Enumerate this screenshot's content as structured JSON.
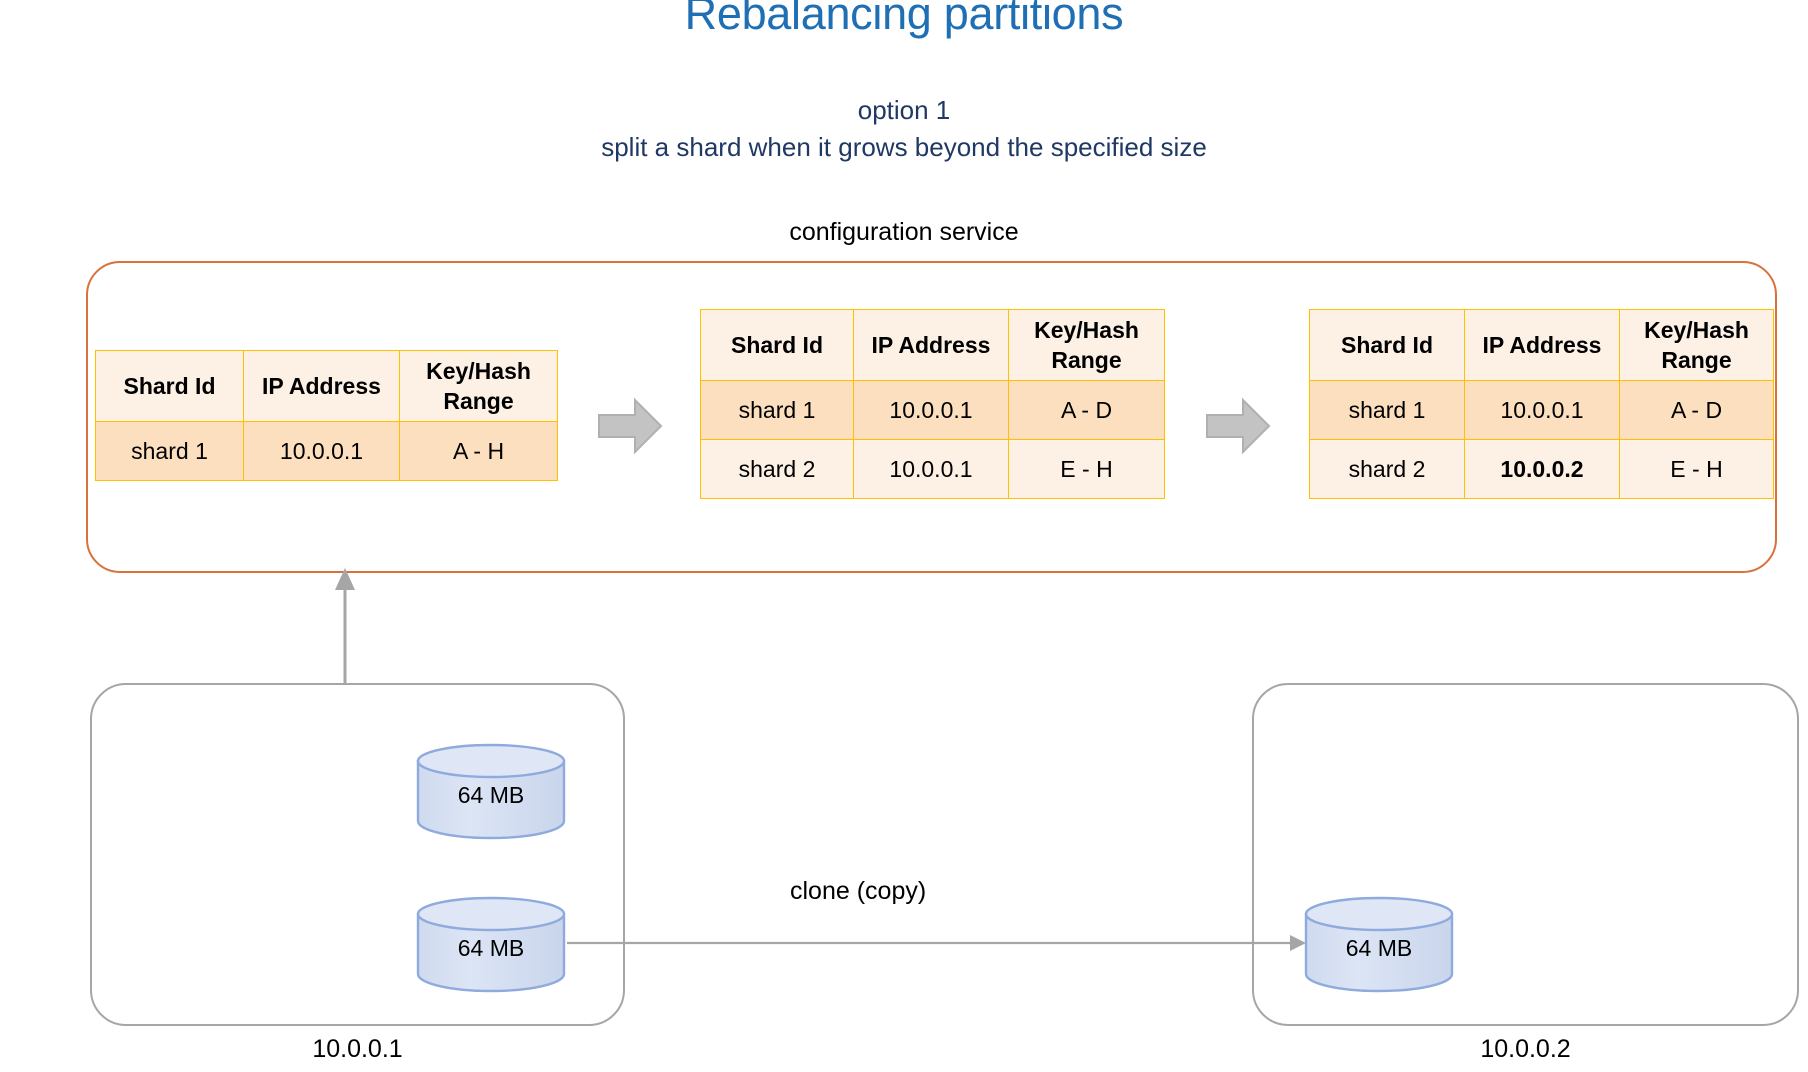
{
  "title": "Rebalancing partitions",
  "subtitle_line1": "option 1",
  "subtitle_line2": "split a shard when it grows beyond the specified size",
  "config_service_label": "configuration service",
  "colors": {
    "title_blue": "#1F6FB4",
    "subtitle_navy": "#1F3864",
    "config_border_orange": "#D9713A",
    "table_border_gold": "#FFC000",
    "table_row_dark": "#FBDFBF",
    "table_row_light": "#FDF1E6",
    "cylinder_fill": "#D9E2F3",
    "cylinder_border": "#8FAADC",
    "arrow_gray": "#BFBFBF",
    "box_border_gray": "#A6A6A6"
  },
  "tables": [
    {
      "name": "shard-table-before",
      "headers": [
        "Shard Id",
        "IP Address",
        "Key/Hash Range"
      ],
      "rows": [
        {
          "style": "dark",
          "cells": [
            {
              "text": "shard 1",
              "bold": false
            },
            {
              "text": "10.0.0.1",
              "bold": false
            },
            {
              "text": "A - H",
              "bold": false
            }
          ]
        }
      ]
    },
    {
      "name": "shard-table-split",
      "headers": [
        "Shard Id",
        "IP Address",
        "Key/Hash Range"
      ],
      "rows": [
        {
          "style": "dark",
          "cells": [
            {
              "text": "shard 1",
              "bold": false
            },
            {
              "text": "10.0.0.1",
              "bold": false
            },
            {
              "text": "A - D",
              "bold": false
            }
          ]
        },
        {
          "style": "light",
          "cells": [
            {
              "text": "shard 2",
              "bold": false
            },
            {
              "text": "10.0.0.1",
              "bold": false
            },
            {
              "text": "E - H",
              "bold": false
            }
          ]
        }
      ]
    },
    {
      "name": "shard-table-moved",
      "headers": [
        "Shard Id",
        "IP Address",
        "Key/Hash Range"
      ],
      "rows": [
        {
          "style": "dark",
          "cells": [
            {
              "text": "shard 1",
              "bold": false
            },
            {
              "text": "10.0.0.1",
              "bold": false
            },
            {
              "text": "A - D",
              "bold": false
            }
          ]
        },
        {
          "style": "light",
          "cells": [
            {
              "text": "shard 2",
              "bold": false
            },
            {
              "text": "10.0.0.2",
              "bold": true
            },
            {
              "text": "E - H",
              "bold": false
            }
          ]
        }
      ]
    }
  ],
  "servers": [
    {
      "name": "server-left",
      "ip": "10.0.0.1",
      "shards": [
        {
          "label": "64 MB"
        },
        {
          "label": "64 MB"
        }
      ]
    },
    {
      "name": "server-right",
      "ip": "10.0.0.2",
      "shards": [
        {
          "label": "64 MB"
        }
      ]
    }
  ],
  "clone_label": "clone (copy)",
  "header_key_hash_lines": [
    "Key/Hash",
    "Range"
  ],
  "icons": {
    "block_arrow_right": "block-arrow-right-icon",
    "arrow_up": "arrow-up-icon",
    "arrow_right": "arrow-right-icon",
    "database": "database-cylinder-icon"
  }
}
